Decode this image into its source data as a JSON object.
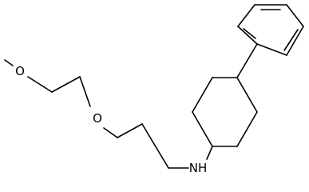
{
  "molecule": {
    "atoms": {
      "oxygen_ether_1": "O",
      "oxygen_ether_2": "O",
      "amine": "NH"
    }
  }
}
